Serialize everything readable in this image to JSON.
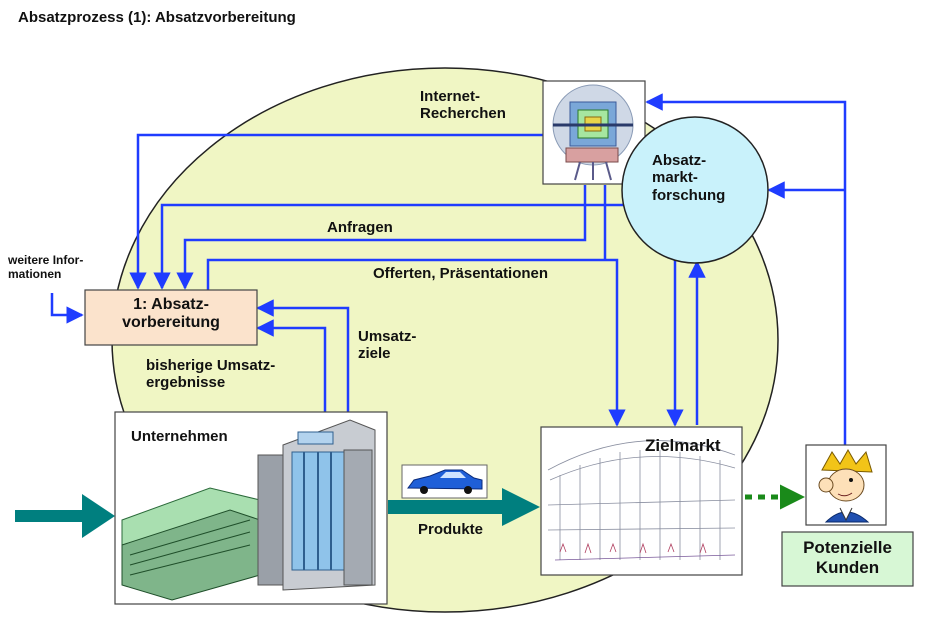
{
  "title": "Absatzprozess (1): Absatzvorbereitung",
  "labels": {
    "internet_recherchen": "Internet-\nRecherchen",
    "marktforschung": "Absatz-\nmarkt-\nforschung",
    "anfragen": "Anfragen",
    "offerten": "Offerten, Präsentationen",
    "weitere_info": "weitere Infor-\nmationen",
    "absatzvorbereitung": "1: Absatz-\nvorbereitung",
    "umsatzziele": "Umsatz-\nziele",
    "bisherige": "bisherige Umsatz-\nergebnisse",
    "unternehmen": "Unternehmen",
    "zielmarkt": "Zielmarkt",
    "produkte": "Produkte",
    "potenzielle_kunden": "Potenzielle\nKunden"
  },
  "icons": [
    "computer-chip-icon",
    "office-building-icon",
    "car-icon",
    "market-hall-icon",
    "customer-king-icon"
  ],
  "colors": {
    "arrow_blue": "#1f3cff",
    "teal": "#007f7f",
    "green_dotted": "#1a8a1a",
    "ellipse_fill": "#f0f6c4",
    "circle_fill": "#c9f2fb",
    "box_fill": "#fbe3cc",
    "kunden_fill": "#d7f7d5"
  }
}
